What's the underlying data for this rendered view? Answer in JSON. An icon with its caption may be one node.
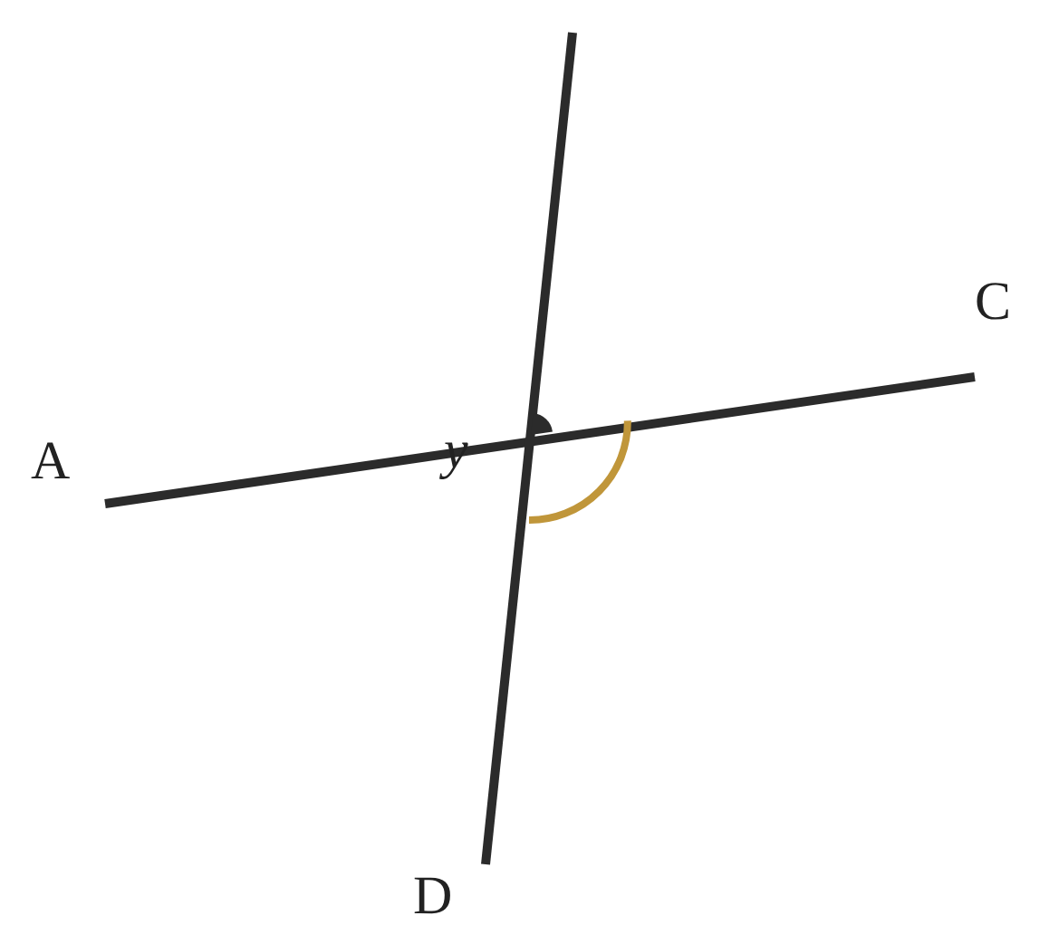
{
  "diagram": {
    "labels": [
      "C",
      "A",
      "y",
      "D"
    ]
  }
}
